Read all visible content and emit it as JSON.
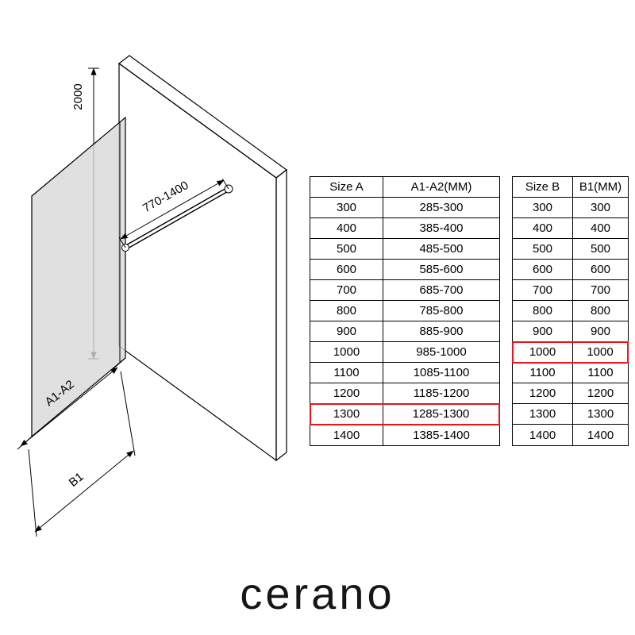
{
  "drawing": {
    "dim_height": "2000",
    "dim_bar": "770-1400",
    "dim_a": "A1-A2",
    "dim_b": "B1"
  },
  "table_a": {
    "headers": [
      "Size A",
      "A1-A2(MM)"
    ],
    "rows": [
      [
        "300",
        "285-300"
      ],
      [
        "400",
        "385-400"
      ],
      [
        "500",
        "485-500"
      ],
      [
        "600",
        "585-600"
      ],
      [
        "700",
        "685-700"
      ],
      [
        "800",
        "785-800"
      ],
      [
        "900",
        "885-900"
      ],
      [
        "1000",
        "985-1000"
      ],
      [
        "1100",
        "1085-1100"
      ],
      [
        "1200",
        "1185-1200"
      ],
      [
        "1300",
        "1285-1300"
      ],
      [
        "1400",
        "1385-1400"
      ]
    ],
    "highlight_index": 10
  },
  "table_b": {
    "headers": [
      "Size B",
      "B1(MM)"
    ],
    "rows": [
      [
        "300",
        "300"
      ],
      [
        "400",
        "400"
      ],
      [
        "500",
        "500"
      ],
      [
        "600",
        "600"
      ],
      [
        "700",
        "700"
      ],
      [
        "800",
        "800"
      ],
      [
        "900",
        "900"
      ],
      [
        "1000",
        "1000"
      ],
      [
        "1100",
        "1100"
      ],
      [
        "1200",
        "1200"
      ],
      [
        "1300",
        "1300"
      ],
      [
        "1400",
        "1400"
      ]
    ],
    "highlight_index": 7
  },
  "logo": {
    "text": "cerano"
  },
  "colors": {
    "highlight": "#e8141e",
    "glass": "#d8d8d8",
    "line": "#000000"
  }
}
